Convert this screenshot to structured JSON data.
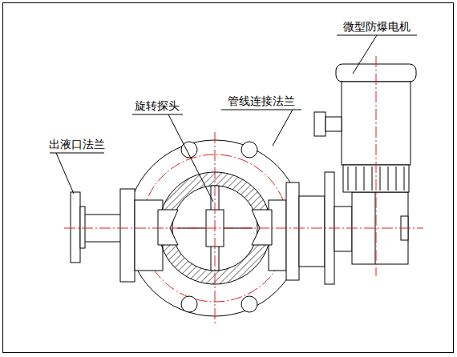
{
  "diagram": {
    "labels": [
      "微型防爆电机",
      "旋转探头",
      "管线连接法兰",
      "出液口法兰"
    ]
  }
}
